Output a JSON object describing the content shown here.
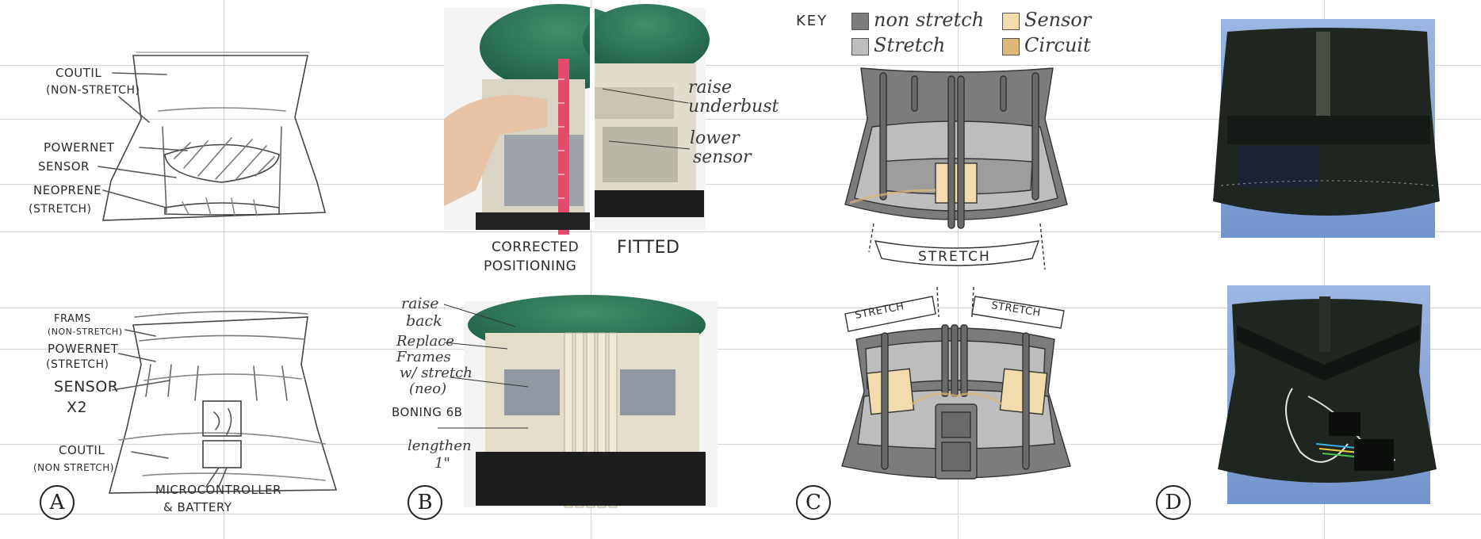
{
  "panels": {
    "A": {
      "letter": "A",
      "top_labels": [
        "COUTIL",
        "(NON-STRETCH)",
        "POWERNET",
        "SENSOR",
        "NEOPRENE",
        "(STRETCH)"
      ],
      "bottom_labels": [
        "FRAMS",
        "(NON-STRETCH)",
        "POWERNET",
        "(STRETCH)",
        "SENSOR",
        "X2",
        "COUTIL",
        "(NON STRETCH)",
        "MICROCONTROLLER",
        "& BATTERY"
      ]
    },
    "B": {
      "letter": "B",
      "top_left_caption": [
        "CORRECTED",
        "POSITIONING"
      ],
      "top_right_caption": "FITTED",
      "annotations_top": [
        "raise",
        "underbust",
        "lower",
        "sensor"
      ],
      "annotations_bottom": [
        "raise",
        "back",
        "Replace",
        "Frames",
        "w/ stretch",
        "(neo)",
        "BONING 6B",
        "lengthen",
        "1\""
      ]
    },
    "C": {
      "letter": "C",
      "key_title": "KEY",
      "key": [
        {
          "label": "non stretch",
          "color": "#7c7c7c"
        },
        {
          "label": "Sensor",
          "color": "#f2dcae"
        },
        {
          "label": "Stretch",
          "color": "#bdbdbd"
        },
        {
          "label": "Circuit",
          "color": "#dcb776"
        }
      ],
      "stretch_labels": [
        "STRETCH",
        "STRETCH",
        "STRETCH"
      ]
    },
    "D": {
      "letter": "D"
    }
  },
  "colors": {
    "non_stretch": "#7c7c7c",
    "stretch": "#bdbdbd",
    "sensor": "#f2dcae",
    "circuit": "#dcb776",
    "grid": "#d4d4d4",
    "teal": "#4a9a7a",
    "beige": "#ddd6c4",
    "corset_black": "#1f2620",
    "blue_bg": "#8aa8d8"
  }
}
